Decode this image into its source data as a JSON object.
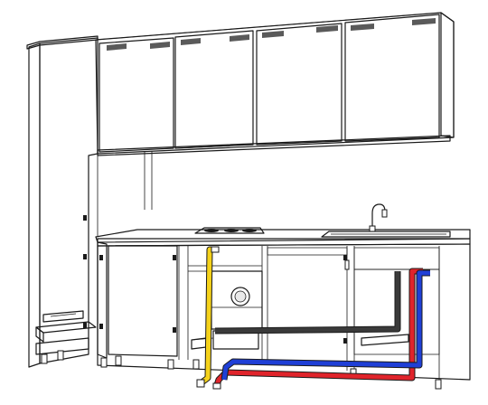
{
  "diagram": {
    "subject": "",
    "components": [
      {
        "id": "wall-cabinets",
        "count": 4
      },
      {
        "id": "tall-cabinet-open-door"
      },
      {
        "id": "gas-hob"
      },
      {
        "id": "sink-with-faucet"
      },
      {
        "id": "dishwasher-panel"
      },
      {
        "id": "washing-machine-niche"
      },
      {
        "id": "under-sink-base-cabinet"
      }
    ],
    "pipes": [
      {
        "id": "gas-pipe",
        "color": "#f5d21a"
      },
      {
        "id": "hot-water-pipe",
        "color": "#e0242b"
      },
      {
        "id": "cold-water-pipe",
        "color": "#1f3fd6"
      },
      {
        "id": "drain-pipe",
        "color": "#3a3a3a"
      }
    ],
    "colors": {
      "cabinet_front": "#b7b7b7",
      "dishwasher_panel": "#a9a9a9",
      "countertop_edge": "#d9d9d9",
      "outline": "#1a1a1a",
      "background": "#ffffff"
    }
  }
}
